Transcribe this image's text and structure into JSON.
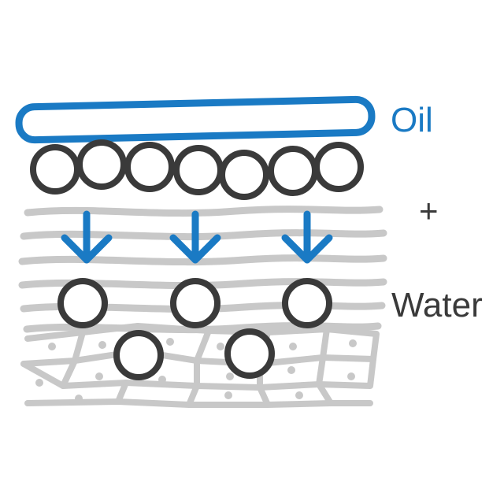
{
  "labels": {
    "oil": "Oil",
    "plus": "+",
    "water": "Water"
  },
  "colors": {
    "oil": "#1a7ac4",
    "molecule": "#3a3a3a",
    "skin": "#c8c8c8",
    "arrow": "#1a7ac4",
    "text_dark": "#3a3a3a"
  },
  "icons": {
    "arrow": "arrow-down-icon",
    "molecule": "circle-outline"
  }
}
